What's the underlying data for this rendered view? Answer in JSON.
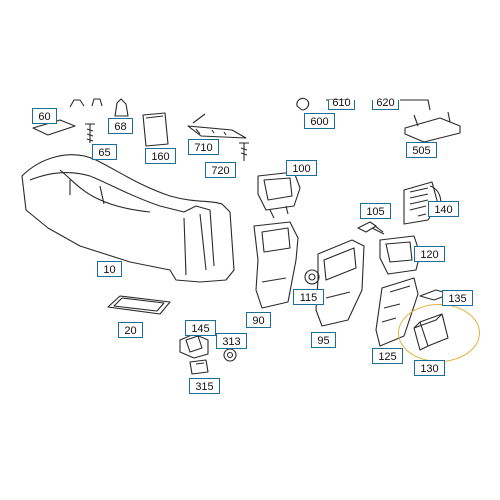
{
  "diagram": {
    "highlight_color": "#e3b23c",
    "callout_border_color": "#1a6f9a",
    "labels": {
      "l10": "10",
      "l20": "20",
      "l60": "60",
      "l65": "65",
      "l68": "68",
      "l90": "90",
      "l95": "95",
      "l100": "100",
      "l105": "105",
      "l115": "115",
      "l120": "120",
      "l125": "125",
      "l130": "130",
      "l135": "135",
      "l140": "140",
      "l145": "145",
      "l160": "160",
      "l313": "313",
      "l315": "315",
      "l505": "505",
      "l600": "600",
      "l610": "610",
      "l620": "620",
      "l710": "710",
      "l720": "720"
    }
  }
}
